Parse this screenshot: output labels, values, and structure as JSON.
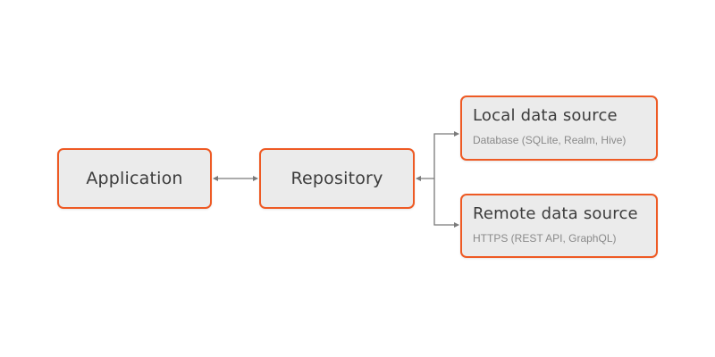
{
  "nodes": {
    "application": {
      "label": "Application"
    },
    "repository": {
      "label": "Repository"
    },
    "local_source": {
      "title": "Local data source",
      "subtitle": "Database (SQLite, Realm, Hive)"
    },
    "remote_source": {
      "title": "Remote data source",
      "subtitle": "HTTPS (REST API, GraphQL)"
    }
  },
  "edges": [
    {
      "from": "application",
      "to": "repository",
      "direction": "both"
    },
    {
      "from": "repository",
      "to": "local_source",
      "direction": "both"
    },
    {
      "from": "repository",
      "to": "remote_source",
      "direction": "both"
    }
  ],
  "colors": {
    "border": "#ee5a24",
    "box_fill": "#ebebeb",
    "connector": "#7a7a7a",
    "title_text": "#3c3c3c",
    "subtitle_text": "#8a8a8a"
  }
}
